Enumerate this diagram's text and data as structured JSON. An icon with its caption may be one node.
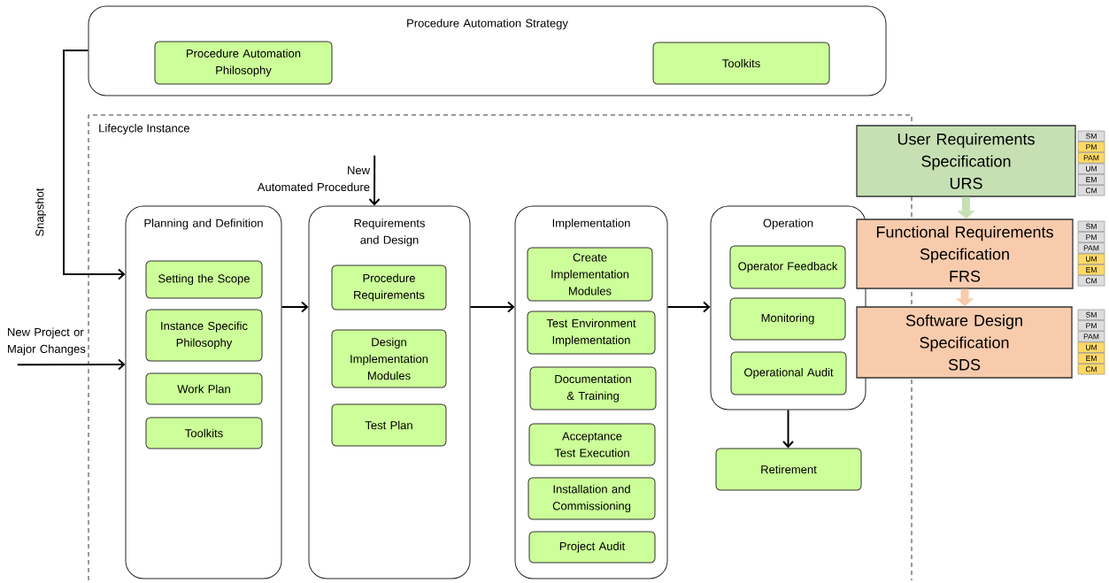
{
  "diagram": {
    "nodes": [
      {
        "text": [
          "Procedure Automation Strategy"
        ]
      },
      {
        "text": [
          "Procedure Automation Philosophy"
        ],
        "in": 0
      },
      {
        "text": [
          "Toolkits"
        ],
        "in": 0
      },
      {
        "text": [
          "Lifecycle Instance"
        ]
      },
      {
        "text": [
          "Planning and Definition"
        ],
        "in": 3
      },
      {
        "text": [
          "Setting the Scope"
        ],
        "in": 4
      },
      {
        "text": [
          "Instance Specific Philosophy"
        ],
        "in": 4
      },
      {
        "text": [
          "Work Plan"
        ],
        "in": 4
      },
      {
        "text": [
          "Toolkits"
        ],
        "in": 4
      },
      {
        "text": [
          "Requirements and Design"
        ],
        "in": 3
      },
      {
        "text": [
          "Procedure Requirements"
        ],
        "in": 9
      },
      {
        "text": [
          "Design Implementation Modules"
        ],
        "in": 9
      },
      {
        "text": [
          "Test Plan"
        ],
        "in": 9
      },
      {
        "text": [
          "Implementation"
        ],
        "in": 3
      },
      {
        "text": [
          "Create Implementation Modules"
        ],
        "in": 13
      },
      {
        "text": [
          "Test Environment Implementation"
        ],
        "in": 13
      },
      {
        "text": [
          "Documentation & Training"
        ],
        "in": 13
      },
      {
        "text": [
          "Acceptance Test Execution"
        ],
        "in": 13
      },
      {
        "text": [
          "Installation and Commissioning"
        ],
        "in": 13
      },
      {
        "text": [
          "Project Audit"
        ],
        "in": 13
      },
      {
        "text": [
          "Operation"
        ],
        "in": 3
      },
      {
        "text": [
          "Operator Feedback"
        ],
        "in": 20
      },
      {
        "text": [
          "Monitoring"
        ],
        "in": 20
      },
      {
        "text": [
          "Operational Audit"
        ],
        "in": 20
      },
      {
        "text": [
          "Retirement"
        ],
        "in": 3
      },
      {
        "text": [
          "User Requirements Specification",
          "URS"
        ]
      },
      {
        "text": [
          "Functional Requirements Specification",
          "FRS"
        ]
      },
      {
        "text": [
          "Software Design Specification",
          "SDS"
        ]
      },
      {
        "text": [
          "SM"
        ]
      },
      {
        "text": [
          "PM"
        ]
      },
      {
        "text": [
          "PAM"
        ]
      },
      {
        "text": [
          "UM"
        ]
      },
      {
        "text": [
          "EM"
        ]
      },
      {
        "text": [
          "CM"
        ]
      },
      {
        "text": [
          "SM"
        ]
      },
      {
        "text": [
          "PM"
        ]
      },
      {
        "text": [
          "PAM"
        ]
      },
      {
        "text": [
          "UM"
        ]
      },
      {
        "text": [
          "EM"
        ]
      },
      {
        "text": [
          "CM"
        ]
      },
      {
        "text": [
          "SM"
        ]
      },
      {
        "text": [
          "PM"
        ]
      },
      {
        "text": [
          "PAM"
        ]
      },
      {
        "text": [
          "UM"
        ]
      },
      {
        "text": [
          "EM"
        ]
      },
      {
        "text": [
          "CM"
        ]
      },
      {
        "text": [
          "New",
          "Automated Procedure"
        ],
        "in": 3
      },
      {
        "text": [
          "New Project or Major Changes"
        ]
      }
    ],
    "edges": [
      {
        "from": 0,
        "to": 4,
        "arrow": "to",
        "label": "Snapshot"
      },
      {
        "from": 47,
        "to": 4,
        "arrow": "to"
      },
      {
        "from": 46,
        "to": 9,
        "arrow": "to"
      },
      {
        "from": 4,
        "to": 9,
        "arrow": "to"
      },
      {
        "from": 9,
        "to": 13,
        "arrow": "to"
      },
      {
        "from": 13,
        "to": 20,
        "arrow": "to"
      },
      {
        "from": 20,
        "to": 24,
        "arrow": "to"
      },
      {
        "from": 25,
        "to": 26,
        "arrow": "to",
        "style": "thick",
        "color": "#c6e0b4"
      },
      {
        "from": 26,
        "to": 27,
        "arrow": "to",
        "style": "thick",
        "color": "#f8cbad"
      }
    ]
  }
}
